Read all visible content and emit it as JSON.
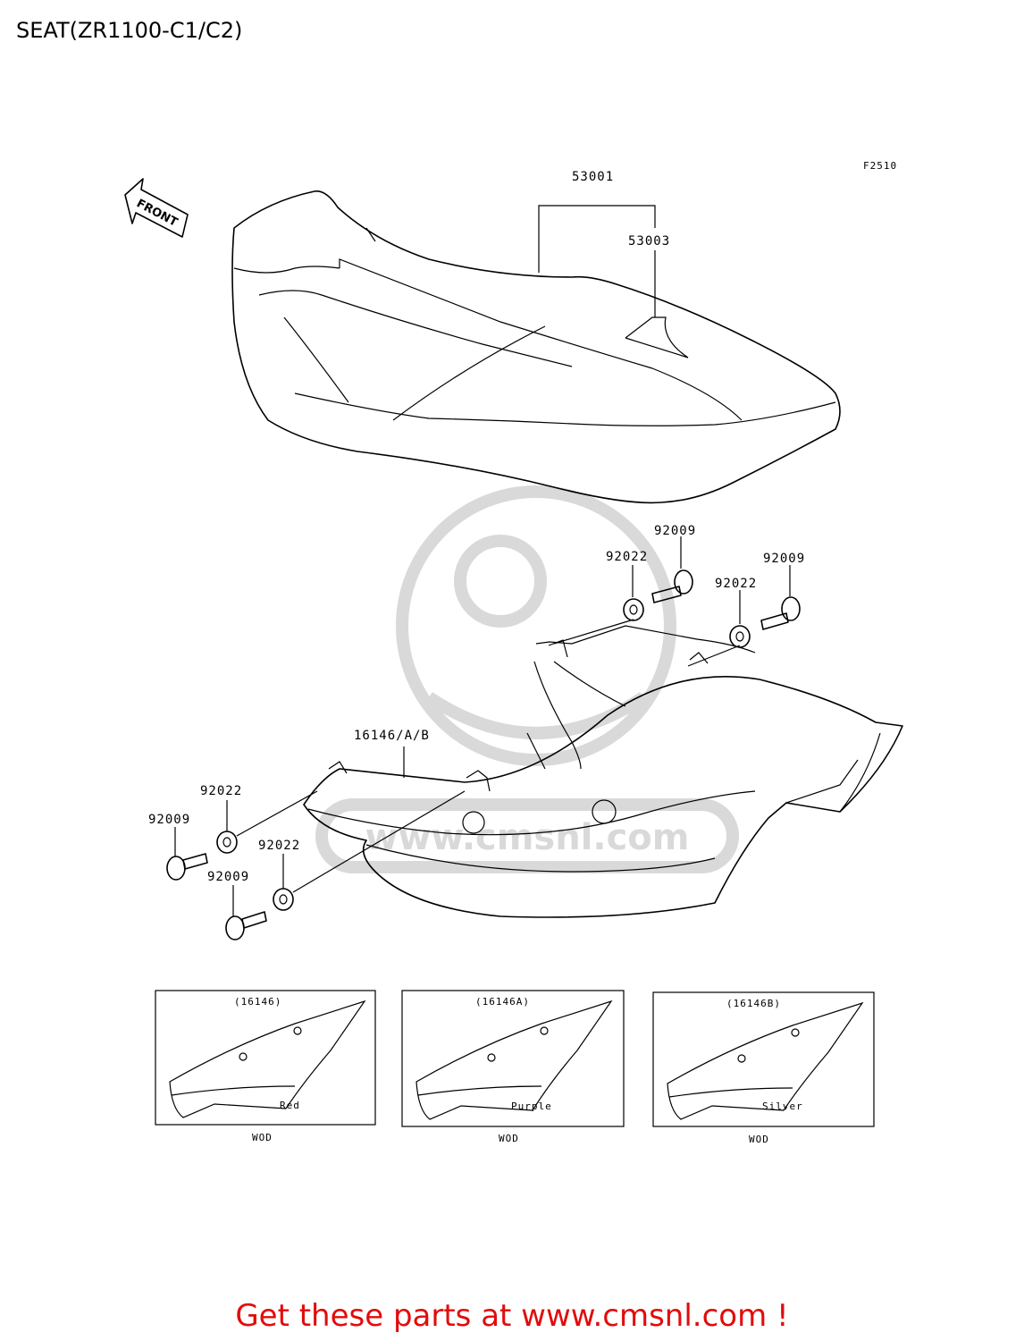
{
  "title": "SEAT(ZR1100-C1/C2)",
  "figure_code": "F2510",
  "front_arrow": "FRONT",
  "parts": {
    "seat": "53001",
    "seat_sub": "53003",
    "cover": "16146/A/B",
    "bolt": "92009",
    "washer": "92022"
  },
  "variants": [
    {
      "code": "(16146)",
      "color": "Red",
      "note": "WOD"
    },
    {
      "code": "(16146A)",
      "color": "Purple",
      "note": "WOD"
    },
    {
      "code": "(16146B)",
      "color": "Silver",
      "note": "WOD"
    }
  ],
  "footer": "Get these parts at www.cmsnl.com !",
  "watermark": "www.cmsnl.com",
  "colors": {
    "footer": "#e30b0b",
    "line": "#000000",
    "watermark": "#d9d9d9"
  }
}
